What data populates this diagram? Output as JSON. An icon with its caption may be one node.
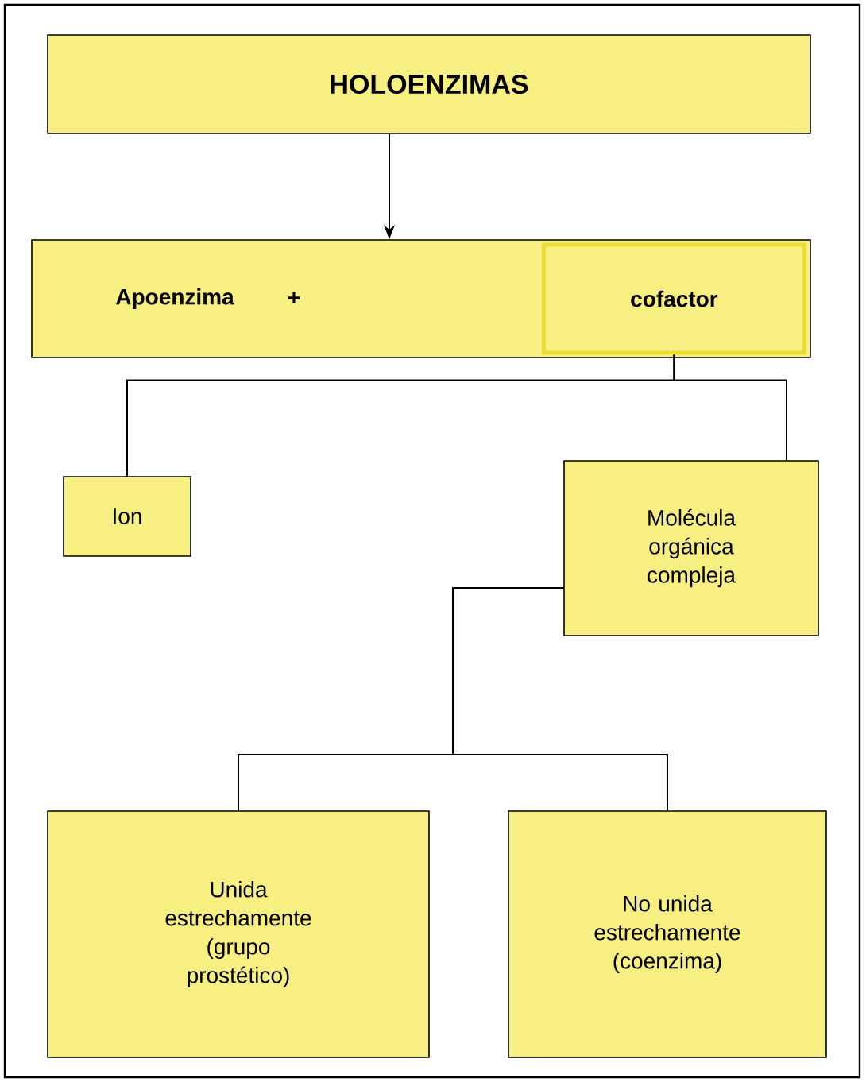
{
  "diagram": {
    "nodes": [
      {
        "text": [
          "HOLOENZIMAS"
        ]
      },
      {
        "text": [
          "Apoenzima",
          "+"
        ]
      },
      {
        "text": [
          "cofactor"
        ],
        "in": 1
      },
      {
        "text": [
          "Ion"
        ]
      },
      {
        "text": [
          "Molécula orgánica compleja"
        ]
      },
      {
        "text": [
          "Unida estrechamente (grupo prostético)"
        ]
      },
      {
        "text": [
          "No unida estrechamente (coenzima)"
        ]
      }
    ],
    "edges": [
      {
        "from": 0,
        "to": 1,
        "arrow": "to"
      },
      {
        "from": 2,
        "to": 3,
        "arrow": "none"
      },
      {
        "from": 2,
        "to": 4,
        "arrow": "none"
      },
      {
        "from": 4,
        "to": 5,
        "arrow": "none"
      },
      {
        "from": 4,
        "to": 6,
        "arrow": "none"
      }
    ]
  }
}
